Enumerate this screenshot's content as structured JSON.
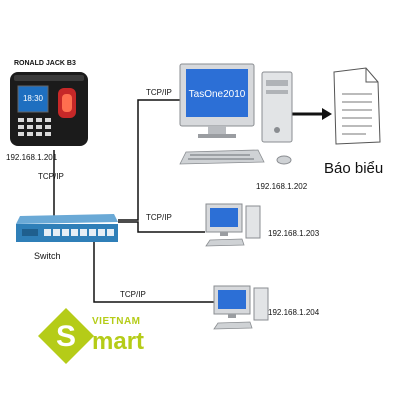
{
  "device": {
    "model": "RONALD JACK B3",
    "ip": "192.168.1.201",
    "link": "TCP/IP"
  },
  "switch": {
    "label": "Switch"
  },
  "pcs": [
    {
      "ip": "192.168.1.202",
      "screen_text": "TasOne2010",
      "link": "TCP/IP"
    },
    {
      "ip": "192.168.1.203",
      "link": "TCP/IP"
    },
    {
      "ip": "192.168.1.204",
      "link": "TCP/IP"
    }
  ],
  "report": {
    "label": "Báo biểu"
  },
  "logo": {
    "top": "VIETNAM",
    "bottom": "mart",
    "letter": "S"
  },
  "colors": {
    "line": "#111111",
    "logo_green": "#b5cc18",
    "screen_blue": "#2c6fd6",
    "switch_blue": "#2f7fb8",
    "device_body": "#1b1b1b"
  }
}
